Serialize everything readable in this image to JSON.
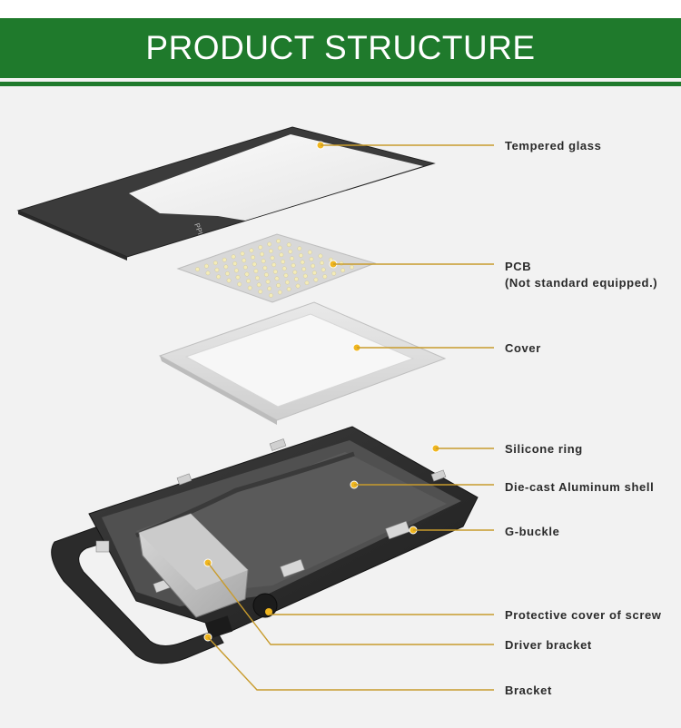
{
  "header": {
    "title": "PRODUCT STRUCTURE"
  },
  "colors": {
    "banner": "#1f7a2c",
    "leader_line": "#c89b2c",
    "label_text": "#2a2a2a"
  },
  "labels": {
    "tempered_glass": "Tempered glass",
    "pcb": "PCB",
    "pcb_note": "(Not standard equipped.)",
    "cover": "Cover",
    "silicone_ring": "Silicone ring",
    "aluminum_shell": "Die-cast  Aluminum shell",
    "g_buckle": "G-buckle",
    "screw_cover": "Protective cover of screw",
    "driver_bracket": "Driver bracket",
    "bracket": "Bracket"
  }
}
